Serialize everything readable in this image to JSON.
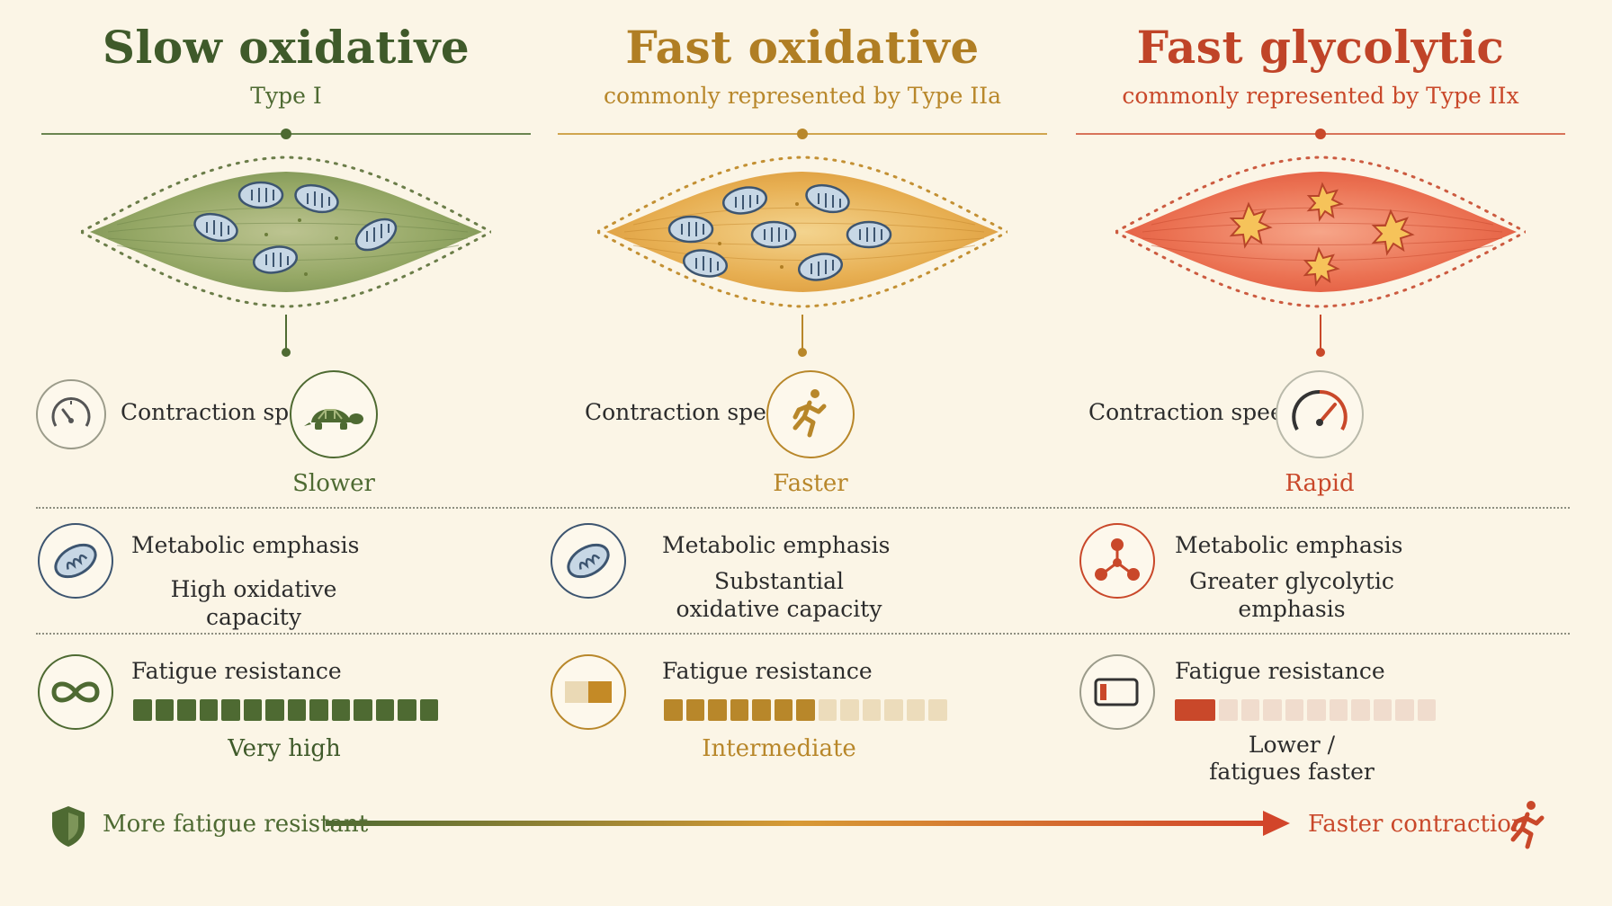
{
  "columns": [
    {
      "title": "Slow oxidative",
      "subtitle": "Type I",
      "contraction_label": "Contraction speed",
      "contraction_value": "Slower",
      "metabolic_label": "Metabolic emphasis",
      "metabolic_value": [
        "High oxidative capacity"
      ],
      "fatigue_label": "Fatigue resistance",
      "fatigue_value": [
        "Very high"
      ],
      "fatigue_level": 14,
      "fatigue_total": 14,
      "contraction_icon": "turtle-icon",
      "metabolic_icon": "mitochondrion-icon",
      "fatigue_icon": "infinity-icon",
      "color": "#4e6a32",
      "line_color": "#5e7a42"
    },
    {
      "title": "Fast oxidative",
      "subtitle": "commonly represented by Type IIa",
      "contraction_label": "Contraction speed",
      "contraction_value": "Faster",
      "metabolic_label": "Metabolic emphasis",
      "metabolic_value": [
        "Substantial",
        "oxidative capacity"
      ],
      "fatigue_label": "Fatigue resistance",
      "fatigue_value": [
        "Intermediate"
      ],
      "fatigue_level": 7,
      "fatigue_total": 13,
      "contraction_icon": "runner-icon",
      "metabolic_icon": "mitochondrion-icon",
      "fatigue_icon": "half-battery-icon",
      "color": "#b8872a",
      "line_color": "#c99a3a"
    },
    {
      "title": "Fast glycolytic",
      "subtitle": "commonly represented by Type IIx",
      "contraction_label": "Contraction speed",
      "contraction_value": "Rapid",
      "metabolic_label": "Metabolic emphasis",
      "metabolic_value": [
        "Greater glycolytic",
        "emphasis"
      ],
      "fatigue_label": "Fatigue resistance",
      "fatigue_value": [
        "Lower /",
        "fatigues faster"
      ],
      "fatigue_level": 2,
      "fatigue_total": 12,
      "contraction_icon": "speedometer-icon",
      "metabolic_icon": "molecule-icon",
      "fatigue_icon": "low-battery-icon",
      "color": "#c9482a",
      "line_color": "#d0603f"
    }
  ],
  "bottom": {
    "left_label": "More fatigue resistant",
    "right_label": "Faster contraction",
    "left_icon": "shield-icon",
    "right_icon": "runner-icon"
  }
}
